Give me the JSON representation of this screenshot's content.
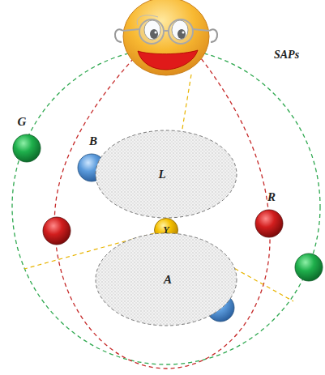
{
  "diagram": {
    "nodes": [
      {
        "text": [
          "G"
        ]
      },
      {
        "text": [
          "B"
        ]
      },
      {
        "text": [
          "L"
        ]
      },
      {
        "text": [
          "R"
        ]
      },
      {
        "text": [
          "Y"
        ]
      },
      {
        "text": [
          "A"
        ]
      }
    ],
    "labels": [
      "SAPs"
    ]
  }
}
